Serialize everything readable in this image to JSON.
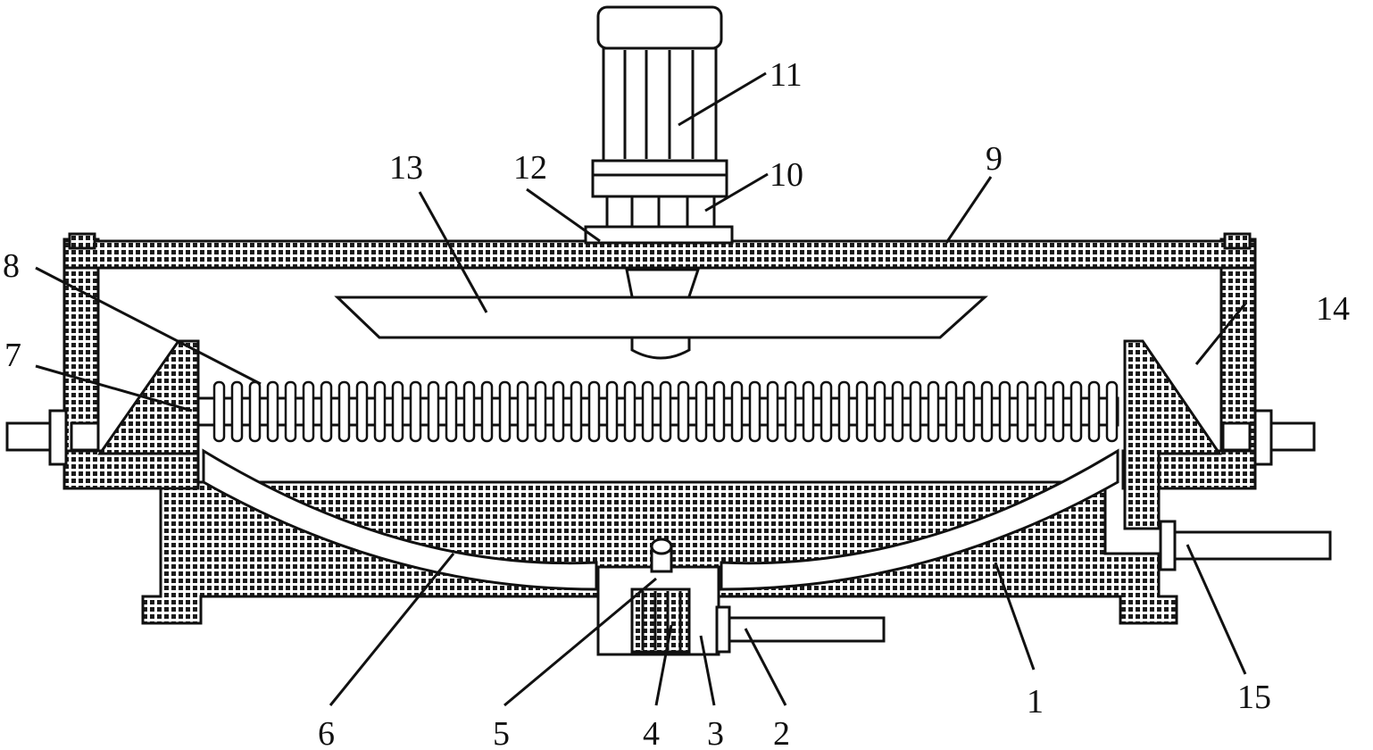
{
  "labels": {
    "l1": "1",
    "l2": "2",
    "l3": "3",
    "l4": "4",
    "l5": "5",
    "l6": "6",
    "l7": "7",
    "l8": "8",
    "l9": "9",
    "l10": "10",
    "l11": "11",
    "l12": "12",
    "l13": "13",
    "l14": "14",
    "l15": "15"
  },
  "colors": {
    "outline": "#111111",
    "hatch": "#1a1a1a",
    "background": "#ffffff"
  }
}
